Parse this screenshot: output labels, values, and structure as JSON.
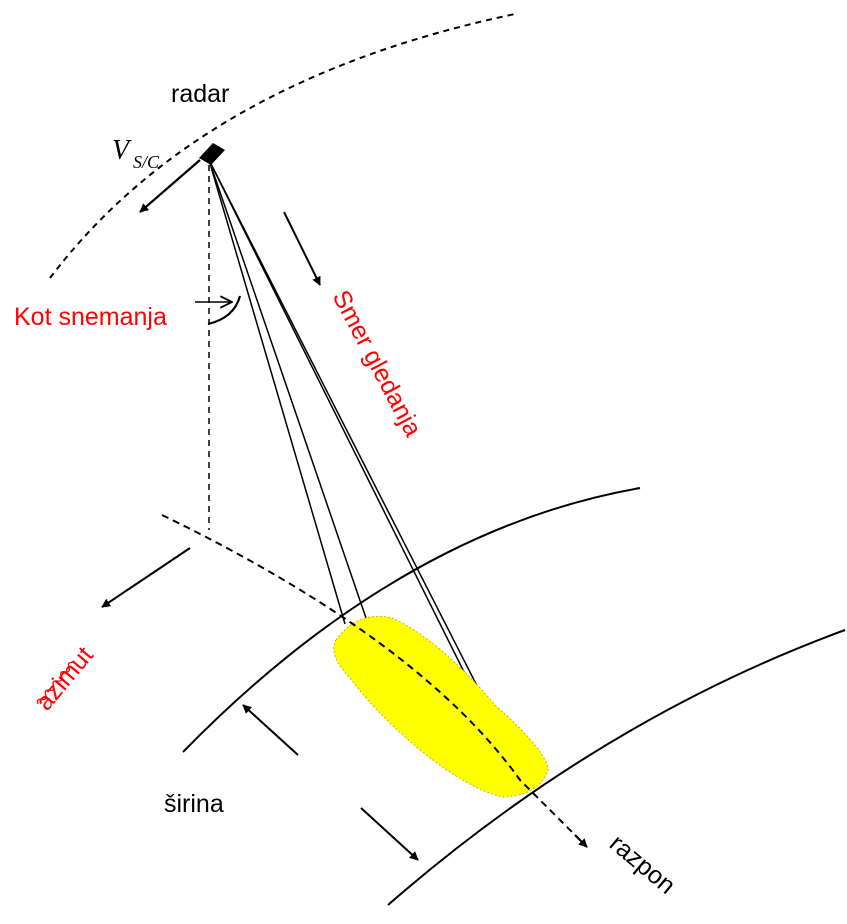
{
  "labels": {
    "radar": "radar",
    "velocity_symbol": "V",
    "velocity_subscript": "S/C",
    "look_angle": "Kot snemanja",
    "look_direction": "Smer gledanja",
    "azimuth": "azimut",
    "swath_width": "širina",
    "range": "razpon"
  },
  "colors": {
    "line": "#000000",
    "label_red": "#ff0000",
    "footprint_fill": "#ffff00",
    "squiggle": "#ff0000"
  }
}
